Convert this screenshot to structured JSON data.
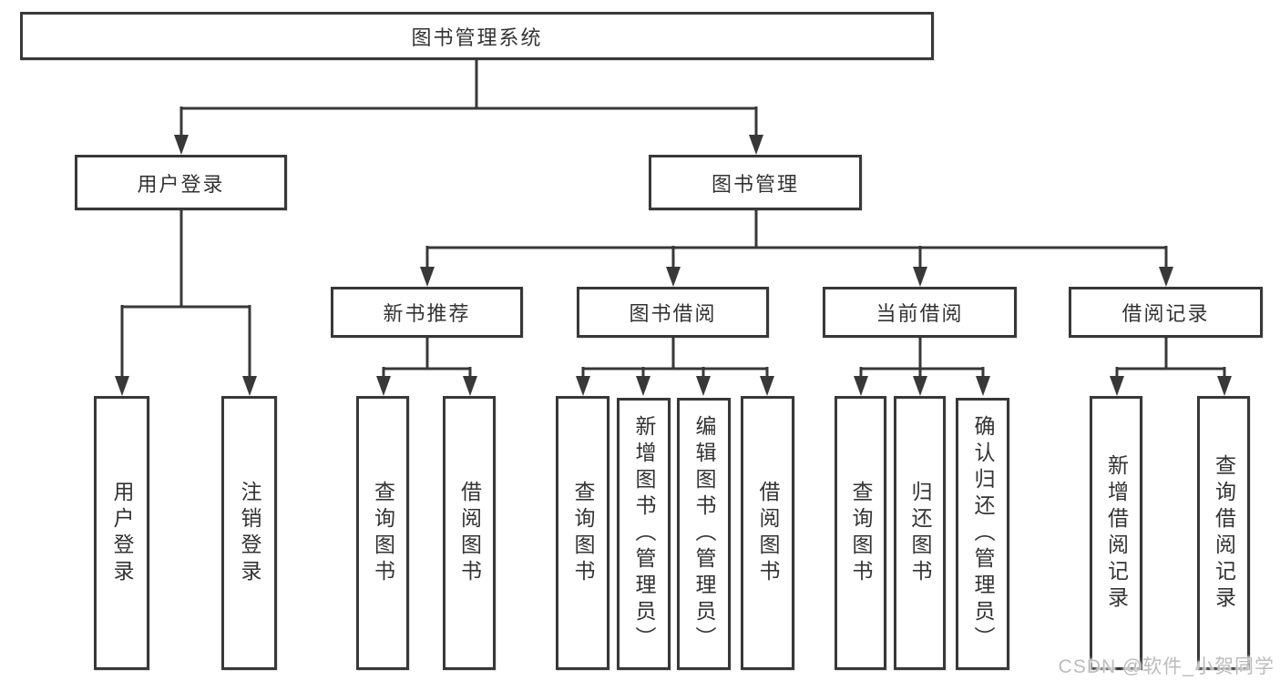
{
  "diagram": {
    "root": {
      "label": "图书管理系统"
    },
    "branches": [
      {
        "label": "用户登录",
        "leaves": [
          {
            "label": "用户登录"
          },
          {
            "label": "注销登录"
          }
        ]
      },
      {
        "label": "图书管理",
        "sections": [
          {
            "label": "新书推荐",
            "leaves": [
              {
                "label": "查询图书"
              },
              {
                "label": "借阅图书"
              }
            ]
          },
          {
            "label": "图书借阅",
            "leaves": [
              {
                "label": "查询图书"
              },
              {
                "label": "新增图书（管理员）"
              },
              {
                "label": "编辑图书（管理员）"
              },
              {
                "label": "借阅图书"
              }
            ]
          },
          {
            "label": "当前借阅",
            "leaves": [
              {
                "label": "查询图书"
              },
              {
                "label": "归还图书"
              },
              {
                "label": "确认归还（管理员）"
              }
            ]
          },
          {
            "label": "借阅记录",
            "leaves": [
              {
                "label": "新增借阅记录"
              },
              {
                "label": "查询借阅记录"
              }
            ]
          }
        ]
      }
    ]
  },
  "watermark": {
    "text": "CSDN @软件_小贺同学"
  },
  "colors": {
    "line": "#383838",
    "text": "#333333",
    "watermark": "#bcbcbc",
    "background": "#ffffff"
  }
}
